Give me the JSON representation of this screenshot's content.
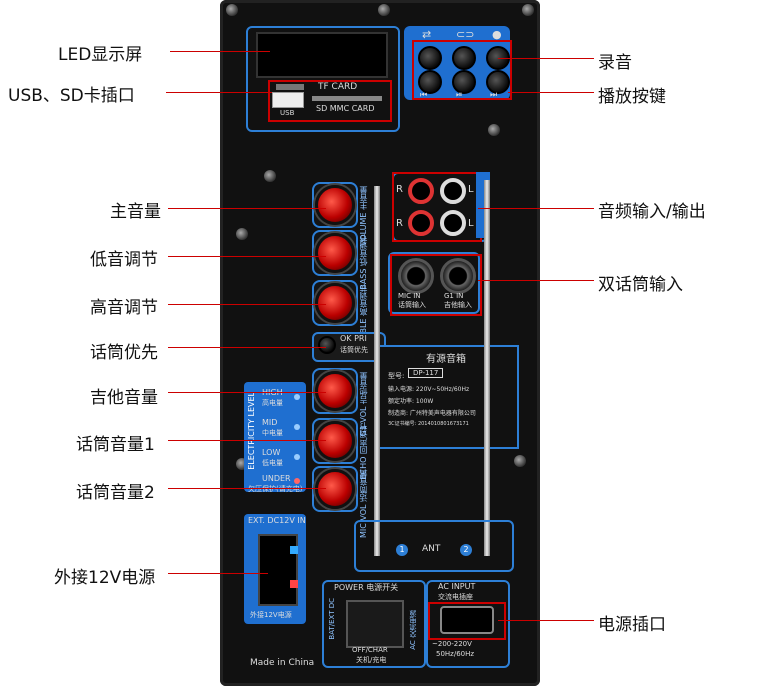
{
  "callouts_left": [
    {
      "id": "led",
      "text": "LED显示屏"
    },
    {
      "id": "usb",
      "text": "USB、SD卡插口"
    },
    {
      "id": "main-vol",
      "text": "主音量"
    },
    {
      "id": "bass",
      "text": "低音调节"
    },
    {
      "id": "treble",
      "text": "高音调节"
    },
    {
      "id": "mic-prio",
      "text": "话筒优先"
    },
    {
      "id": "guitar-vol",
      "text": "吉他音量"
    },
    {
      "id": "mic1",
      "text": "话筒音量1"
    },
    {
      "id": "mic2",
      "text": "话筒音量2"
    },
    {
      "id": "ext12v",
      "text": "外接12V电源"
    }
  ],
  "callouts_right": [
    {
      "id": "rec",
      "text": "录音"
    },
    {
      "id": "play",
      "text": "播放按键"
    },
    {
      "id": "audio-io",
      "text": "音频输入/输出"
    },
    {
      "id": "dual-mic",
      "text": "双话筒输入"
    },
    {
      "id": "power-socket",
      "text": "电源插口"
    }
  ],
  "panel": {
    "tf_card": "TF CARD",
    "sd_mmc": "SD MMC CARD",
    "usb": "USB",
    "volume": "VOLUME 主音量",
    "bass": "BASS 低音调节",
    "treble": "TREBLE 高音调节",
    "ok_pri": "OK PRI",
    "ok_pri_cn": "话筒优先",
    "g1_vol": "G1 VOL 吉他音量",
    "echo": "ECHO 回声调节",
    "mic_vol": "MIC VOL 话筒音量",
    "electricity": "ELECTRICITY LEVEL",
    "high": "HIGH",
    "high_cn": "高电量",
    "mid": "MID",
    "mid_cn": "中电量",
    "low": "LOW",
    "low_cn": "低电量",
    "under": "UNDER",
    "under_cn": "欠压保护(请充电)",
    "ext_dc": "EXT. DC12V IN",
    "ext_dc_cn": "外接12V电源",
    "made_in": "Made in China",
    "r": "R",
    "l": "L",
    "mic_in": "MIC IN",
    "mic_in_cn": "话筒输入",
    "g1_in": "G1 IN",
    "g1_in_cn": "吉他输入",
    "ant": "ANT",
    "ant1": "1",
    "ant2": "2",
    "power": "POWER 电源开关",
    "bat_ext": "BAT/EXT DC",
    "off_char": "OFF/CHAR",
    "off_char_cn": "关机/充电",
    "ac_side": "AC 交流电源",
    "ac_input": "AC INPUT",
    "ac_input_cn": "交流电插座",
    "ac_range": "~200-220V",
    "ac_freq": "50Hz/60Hz",
    "plate_title": "有源音箱",
    "plate_model_label": "型号:",
    "plate_model": "DP-117",
    "plate_input": "输入电源: 220V~50Hz/60Hz",
    "plate_power": "额定功率: 100W",
    "plate_maker": "制造商: 广州特美声电器有限公司",
    "plate_cert": "3C证书编号: 2014010801673171"
  },
  "colors": {
    "accent": "#2d7fd6",
    "callout": "#cc0000",
    "knob": "#d31a12"
  }
}
